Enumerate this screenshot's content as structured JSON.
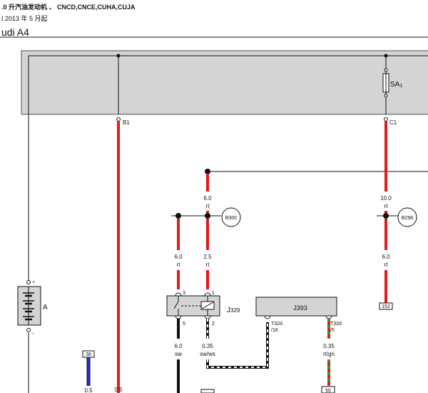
{
  "header": {
    "title": ".0 升汽油发动机 、 CNCD,CNCE,CUHA,CUJA",
    "date": "I.2013 年 5 月起",
    "model": "udi A4"
  },
  "components": {
    "battery": "A",
    "fuse": "SA",
    "fuse_sub": "1",
    "relay": "J",
    "relay_sub": "329",
    "module": "J393"
  },
  "connectors": {
    "b1": "B1",
    "c1": "C1",
    "plus": "+",
    "minus": "-",
    "relay_pin3": "3",
    "relay_pin1": "1",
    "relay_pin5": "5",
    "relay_pin2": "2",
    "t32d_16_a": "T32d",
    "t32d_16_b": "/16",
    "t32d_5_a": "T32d",
    "t32d_5_b": "/5"
  },
  "ground_points": {
    "b300": "B300",
    "b298": "B298"
  },
  "refs": {
    "r152": "152",
    "r38": "38",
    "r55": "55"
  },
  "wires": {
    "w_top_rt": {
      "size": "6.0",
      "color": "rt"
    },
    "w_left_rt": {
      "size": "6.0",
      "color": "rt"
    },
    "w_mid_rt": {
      "size": "2.5",
      "color": "rt"
    },
    "w_r10": {
      "size": "10.0",
      "color": "rt"
    },
    "w_r6": {
      "size": "6.0",
      "color": "rt"
    },
    "w_sw": {
      "size": "6.0",
      "color": "sw"
    },
    "w_swws": {
      "size": "0.35",
      "color": "sw/ws"
    },
    "w_rtgn": {
      "size": "0.35",
      "color": "rt/gn"
    },
    "w_b05a": {
      "size": "0.5"
    },
    "w_b05b": {
      "size": "0.5"
    }
  },
  "colors": {
    "red": "#e01b1b",
    "black": "#111111",
    "blue": "#2a2ad8",
    "green": "#2f9a2f",
    "panel": "#d4d4d4"
  }
}
